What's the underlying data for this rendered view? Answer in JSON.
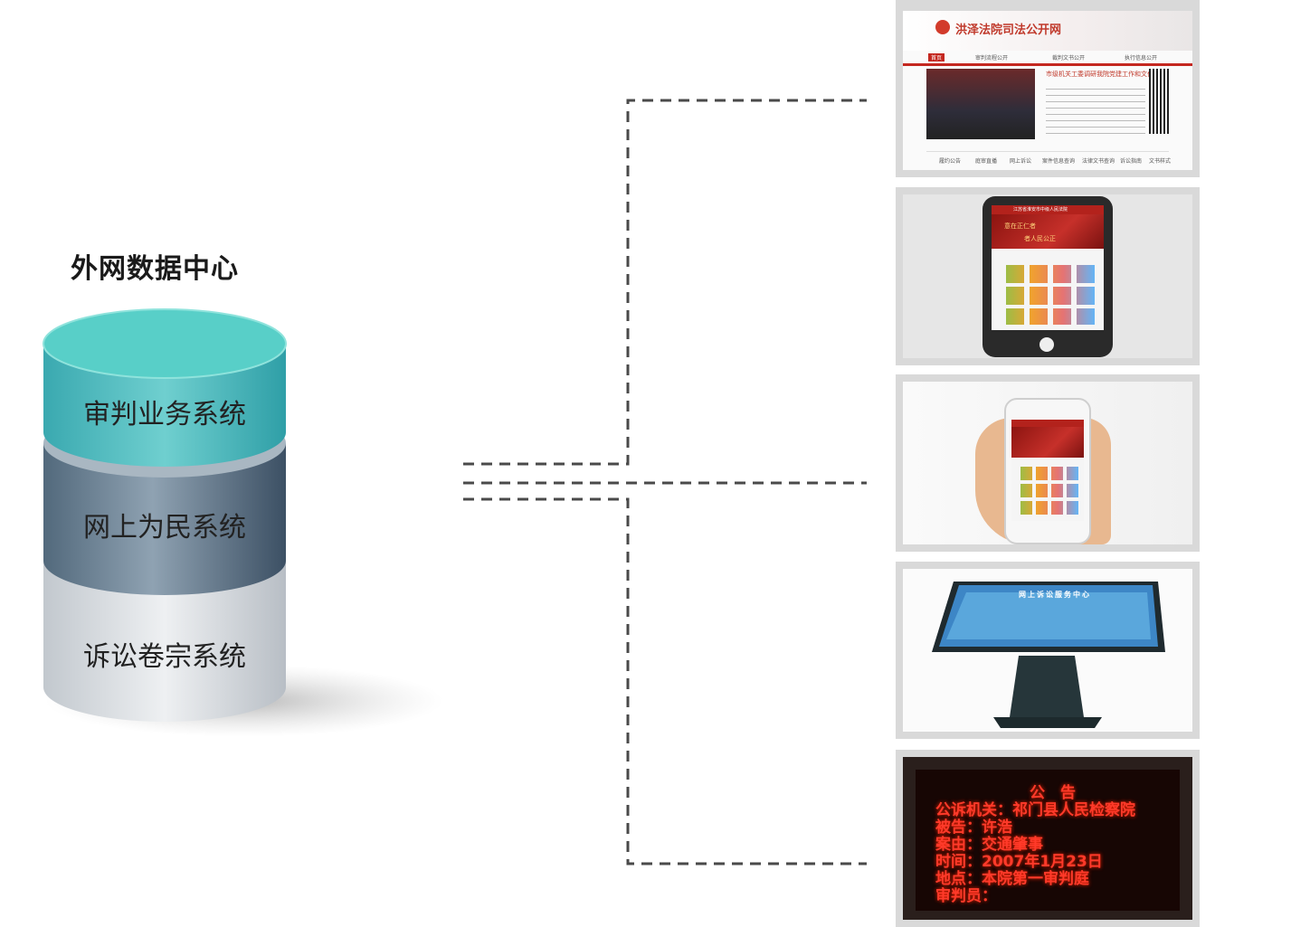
{
  "title": "外网数据中心",
  "systems": [
    {
      "label": "审判业务系统",
      "color_top": "#5dd6cf",
      "color_side": "#3bb9bd"
    },
    {
      "label": "网上为民系统",
      "color_top": "#8fa3b3",
      "color_side": "#4e6478"
    },
    {
      "label": "诉讼卷宗系统",
      "color_top": "#e8ebee",
      "color_side": "#c9ced3"
    }
  ],
  "website": {
    "name": "洪泽法院司法公开网",
    "nav": [
      "首页",
      "审判流程公开",
      "裁判文书公开",
      "执行信息公开"
    ],
    "headline": "市级机关工委调研我院党建工作和文化建设",
    "footer": [
      "履约公告",
      "庭审直播",
      "网上诉讼",
      "案件信息查询",
      "法律文书查询",
      "诉讼指南",
      "文书样式"
    ]
  },
  "mobile_app": {
    "court": "江苏省淮安市中级人民法院",
    "slogan": [
      "意在正仁者",
      "者人民公正"
    ]
  },
  "kiosk": {
    "title": "网上诉讼服务中心"
  },
  "led_notice": {
    "lines": [
      "公　告",
      "公诉机关：祁门县人民检察院",
      "被告：许浩",
      "案由：交通肇事",
      "时间：2007年1月23日",
      "地点：本院第一审判庭",
      "审判员："
    ]
  }
}
